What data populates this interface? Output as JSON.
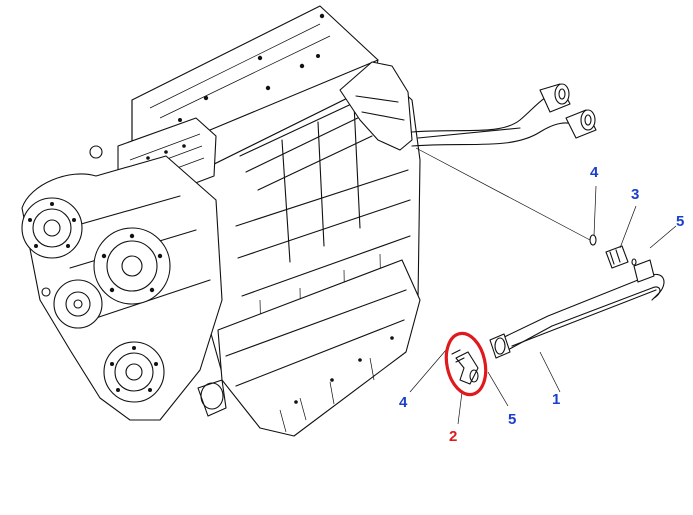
{
  "callouts": [
    {
      "id": "c4a",
      "text": "4",
      "color": "#1a3fcc"
    },
    {
      "id": "c3",
      "text": "3",
      "color": "#1a3fcc"
    },
    {
      "id": "c5a",
      "text": "5",
      "color": "#1a3fcc"
    },
    {
      "id": "c1",
      "text": "1",
      "color": "#1a3fcc"
    },
    {
      "id": "c4b",
      "text": "4",
      "color": "#1a3fcc"
    },
    {
      "id": "c5b",
      "text": "5",
      "color": "#1a3fcc"
    },
    {
      "id": "c2",
      "text": "2",
      "color": "#e0191c"
    }
  ],
  "highlight": {
    "color": "#e0191c",
    "part_text": "2"
  }
}
